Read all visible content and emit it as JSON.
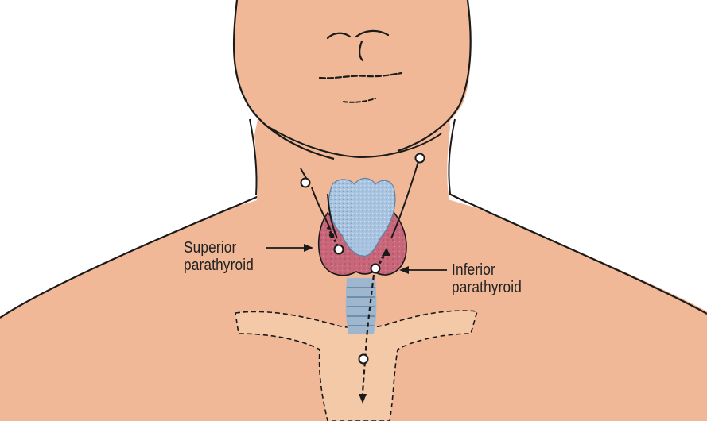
{
  "labels": {
    "superior": {
      "line1": "Superior",
      "line2": "parathyroid"
    },
    "inferior": {
      "line1": "Inferior",
      "line2": "parathyroid"
    }
  },
  "colors": {
    "skin": "#f0b896",
    "skin_shade": "#e8a987",
    "outline": "#1a1a1a",
    "thyroid": "#c8667a",
    "thyroid_dark": "#a84a60",
    "trachea": "#9fb6cf",
    "thymus_blue": "#a9c4e0",
    "mediastinum": "#f3c9a8"
  }
}
